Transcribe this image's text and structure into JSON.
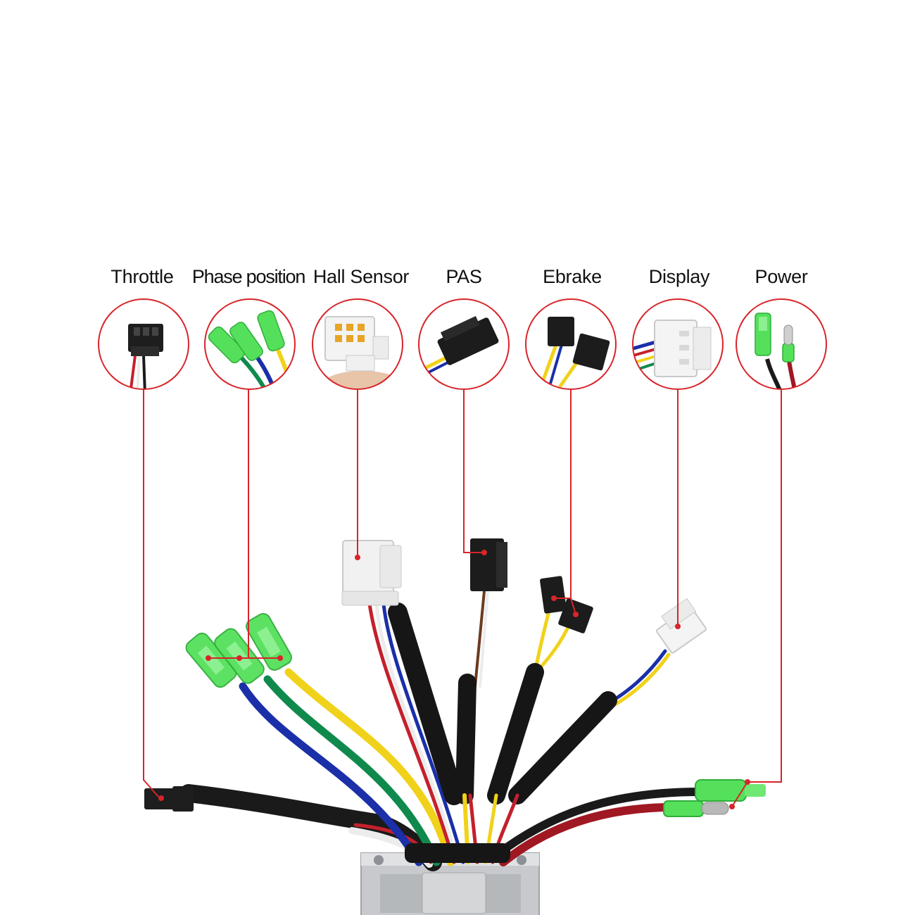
{
  "colors": {
    "leader": "#d8242a",
    "circle": "#d8242a",
    "sleeve": "#161616",
    "green_terminal": "#4fe25a",
    "wire_yellow": "#f1d21a",
    "wire_green": "#0f8a4c",
    "wire_blue": "#1a2fa8",
    "wire_red": "#c4202c",
    "wire_black": "#1a1a1a",
    "connector_white": "#f1f1f1",
    "controller": "#c7c9cc"
  },
  "connectors": [
    {
      "key": "throttle",
      "label": "Throttle",
      "icon": "throttle-connector-icon"
    },
    {
      "key": "phase",
      "label": "Phase position",
      "icon": "phase-terminals-icon"
    },
    {
      "key": "hall",
      "label": "Hall Sensor",
      "icon": "hall-sensor-connector-icon"
    },
    {
      "key": "pas",
      "label": "PAS",
      "icon": "pas-connector-icon"
    },
    {
      "key": "ebrake",
      "label": "Ebrake",
      "icon": "ebrake-connector-icon"
    },
    {
      "key": "display",
      "label": "Display",
      "icon": "display-connector-icon"
    },
    {
      "key": "power",
      "label": "Power",
      "icon": "power-terminals-icon"
    }
  ]
}
